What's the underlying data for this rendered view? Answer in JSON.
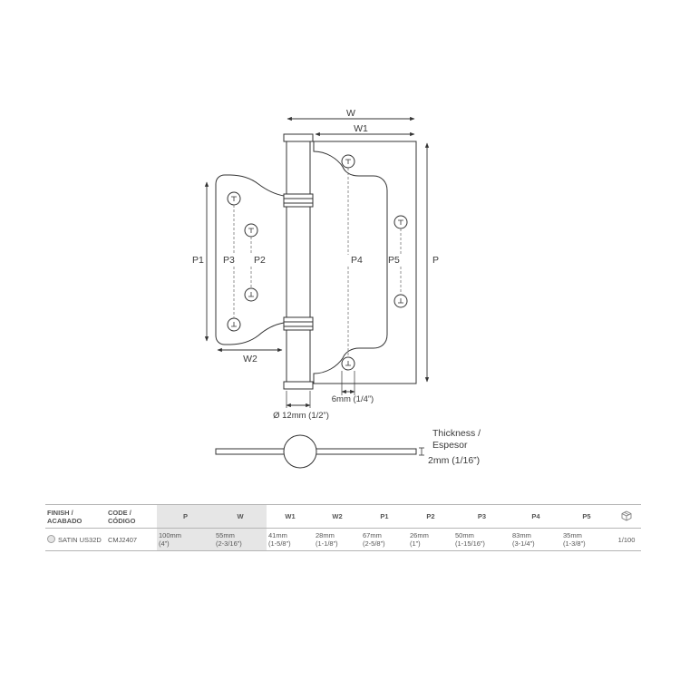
{
  "drawing": {
    "dimensions": {
      "w": "W",
      "w1": "W1",
      "w2": "W2",
      "p": "P",
      "p1": "P1",
      "p2": "P2",
      "p3": "P3",
      "p4": "P4",
      "p5": "P5",
      "hole": "6mm (1/4”)",
      "pin": "Ø 12mm (1/2”)"
    },
    "thickness": {
      "line1": "Thickness /",
      "line2": "Espesor",
      "value": "2mm (1/16”)"
    }
  },
  "table": {
    "headers": [
      [
        "FINISH /",
        "ACABADO"
      ],
      [
        "CODE /",
        "CÓDIGO"
      ],
      [
        "P"
      ],
      [
        "W"
      ],
      [
        "W1"
      ],
      [
        "W2"
      ],
      [
        "P1"
      ],
      [
        "P2"
      ],
      [
        "P3"
      ],
      [
        "P4"
      ],
      [
        "P5"
      ]
    ],
    "row": {
      "finish": "SATIN US32D",
      "code": "CMJ2407",
      "values": [
        [
          "100mm",
          "(4”)"
        ],
        [
          "55mm",
          "(2-3/16”)"
        ],
        [
          "41mm",
          "(1-5/8”)"
        ],
        [
          "28mm",
          "(1-1/8”)"
        ],
        [
          "67mm",
          "(2-5/8”)"
        ],
        [
          "26mm",
          "(1”)"
        ],
        [
          "50mm",
          "(1-15/16”)"
        ],
        [
          "83mm",
          "(3-1/4”)"
        ],
        [
          "35mm",
          "(1-3/8”)"
        ]
      ],
      "qty": "1/100"
    },
    "colors": {
      "highlight": "#e6e6e6",
      "rule": "#b5b5b5"
    }
  }
}
